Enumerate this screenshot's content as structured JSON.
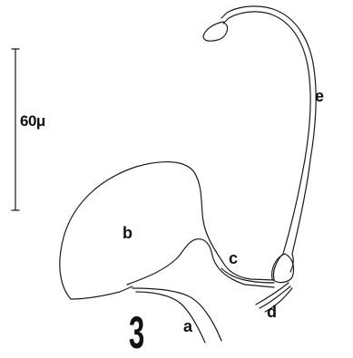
{
  "figure": {
    "number": "3",
    "scale_bar_label": "60μ",
    "parts": [
      {
        "key": "a",
        "label": "a"
      },
      {
        "key": "b",
        "label": "b"
      },
      {
        "key": "c",
        "label": "c"
      },
      {
        "key": "d",
        "label": "d"
      },
      {
        "key": "e",
        "label": "e"
      }
    ],
    "ink_color": "#1a1a1a"
  }
}
